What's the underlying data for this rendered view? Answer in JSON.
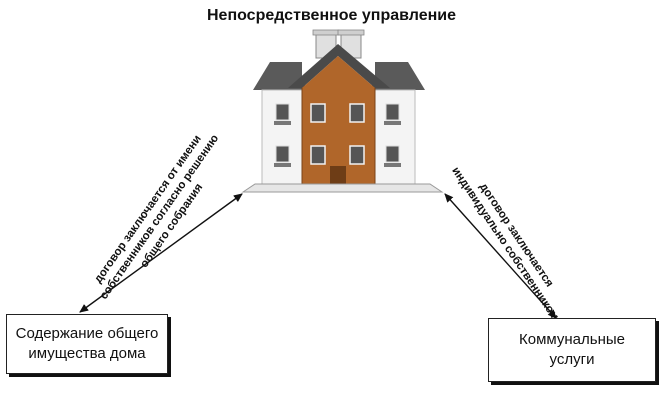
{
  "title": "Непосредственное управление",
  "left_box": {
    "text": "Содержание общего\nимущества дома"
  },
  "right_box": {
    "text": "Коммунальные\nуслуги"
  },
  "left_caption": {
    "lines": [
      "договор заключается от имени",
      "собственников согласно решению",
      "общего собрания"
    ]
  },
  "right_caption": {
    "lines": [
      "договор заключается",
      "индивидуально собственником"
    ]
  },
  "colors": {
    "roof": "#5a5a5a",
    "facade_center": "#b0662a",
    "facade_side": "#f4f4f4",
    "chimney": "#e0e0e0",
    "window": "#555555",
    "text": "#111111"
  }
}
